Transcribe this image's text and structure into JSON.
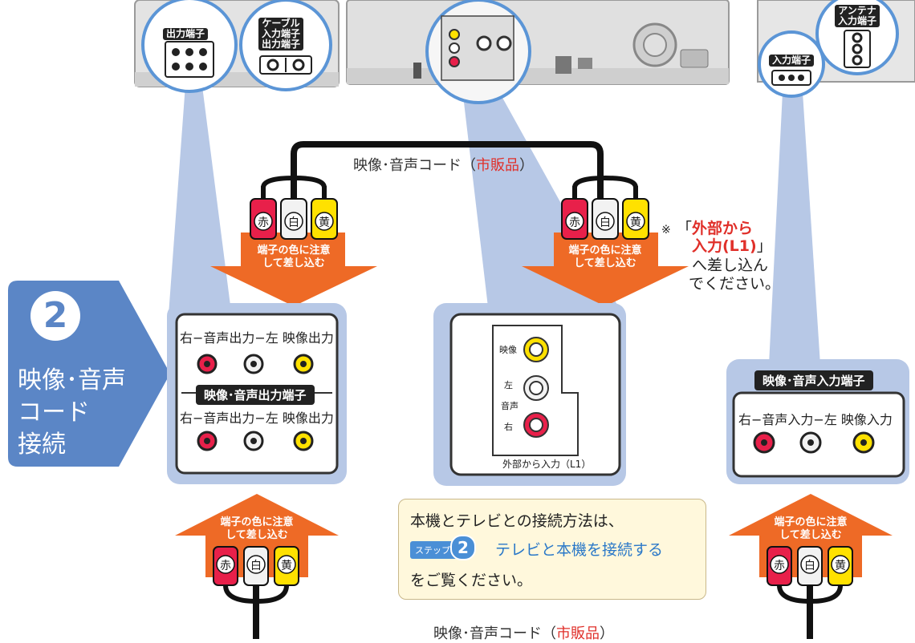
{
  "colors": {
    "panel_blue": "#b7c8e6",
    "step_blue": "#5b86c6",
    "arrow_orange": "#ee6a26",
    "jack_red": "#e8204a",
    "jack_white": "#f2f2f2",
    "jack_yellow": "#ffe100",
    "note_bg": "#fff8dc",
    "accent_red": "#e0302a",
    "link_blue": "#2a78c8"
  },
  "step": {
    "number": "2",
    "title_line1": "映像･音声",
    "title_line2": "コード",
    "title_line3": "接続"
  },
  "top_devices": {
    "left_device": {
      "circle1_label": "出力端子",
      "circle2_label_l1": "ケーブル",
      "circle2_label_l2": "入力端子",
      "circle2_label_l3": "出力端子"
    },
    "right_tv": {
      "antenna_label_l1": "アンテナ",
      "antenna_label_l2": "入力端子",
      "input_label": "入力端子"
    }
  },
  "cable_top": {
    "label_main": "映像･音声コード（",
    "label_highlight": "市販品",
    "label_end": "）"
  },
  "cable_bottom": {
    "label_main": "映像･音声コード（",
    "label_highlight": "市販品",
    "label_end": "）"
  },
  "plugs": {
    "red": "赤",
    "white": "白",
    "yellow": "黄"
  },
  "arrow_label_l1": "端子の色に注意",
  "arrow_label_l2": "して差し込む",
  "note_asterisk": {
    "mark": "※",
    "open_bracket": "「",
    "highlight_l1": "外部から",
    "highlight_l2": "入力(L1)",
    "close_bracket": "」",
    "line3": "へ差し込ん",
    "line4": "でください。"
  },
  "left_panel": {
    "row1_label": "右−音声出力−左 映像出力",
    "section_title": "映像･音声出力端子",
    "row2_label": "右−音声出力−左 映像出力"
  },
  "center_panel": {
    "video_label": "映像",
    "audio_label_l": "左",
    "audio_label_mid": "音声",
    "audio_label_r": "右",
    "footer_label": "外部から入力（L1）"
  },
  "right_panel": {
    "section_title": "映像･音声入力端子",
    "row_label": "右−音声入力−左 映像入力"
  },
  "note_box": {
    "line1": "本機とテレビとの接続方法は、",
    "step_pill": "ステップ",
    "step_num": "2",
    "link_text": "テレビと本機を接続する",
    "line3": "をご覧ください。"
  }
}
